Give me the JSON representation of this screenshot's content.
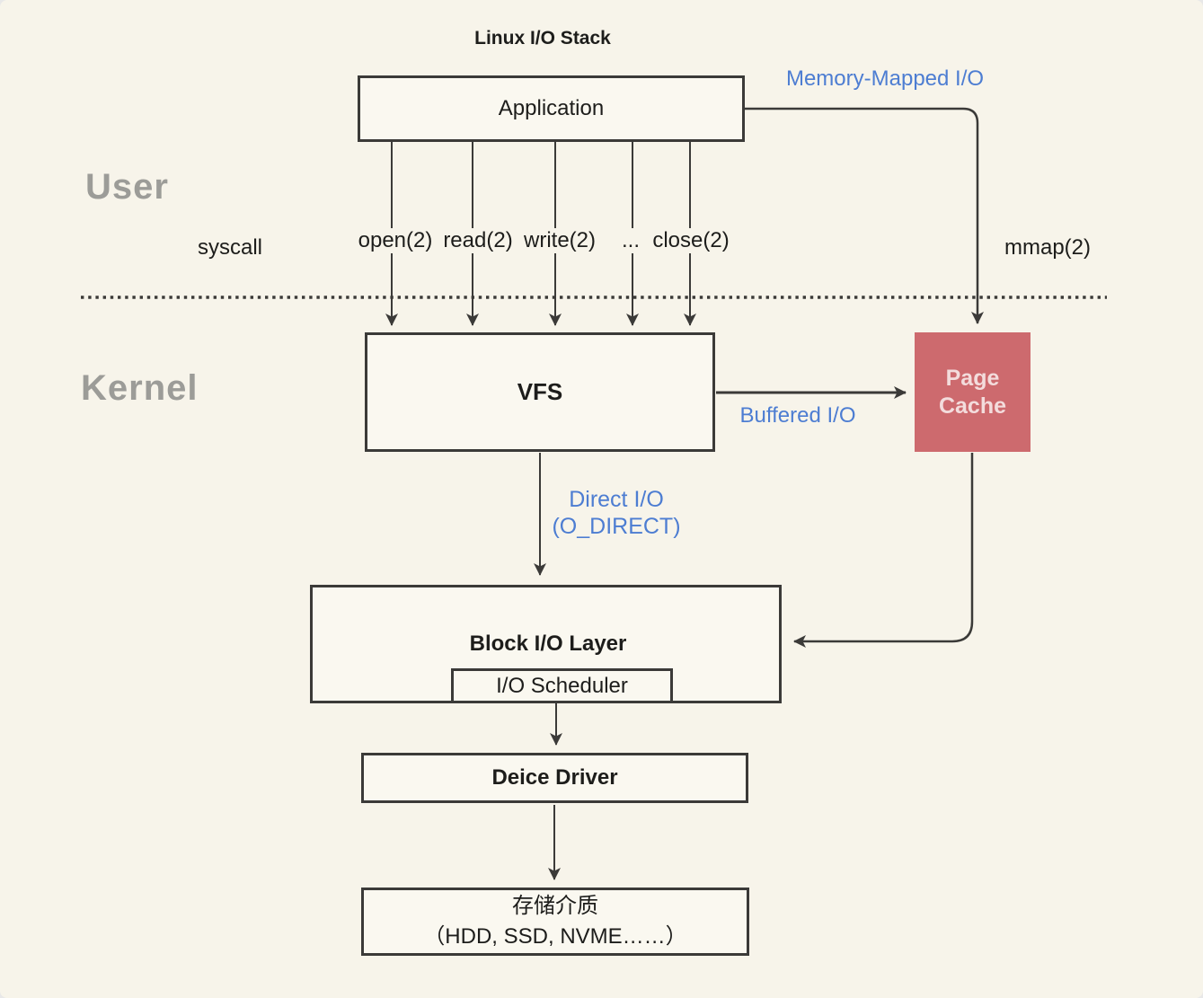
{
  "title": "Linux I/O Stack",
  "zones": {
    "user": "User",
    "kernel": "Kernel"
  },
  "boxes": {
    "application": "Application",
    "vfs": "VFS",
    "page_cache_line1": "Page",
    "page_cache_line2": "Cache",
    "block_io_layer": "Block I/O Layer",
    "io_scheduler": "I/O Scheduler",
    "device_driver": "Deice Driver",
    "storage_line1": "存储介质",
    "storage_line2": "（HDD, SSD, NVME……）"
  },
  "labels": {
    "memory_mapped_io": "Memory-Mapped I/O",
    "mmap": "mmap(2)",
    "syscall": "syscall",
    "syscalls": [
      "open(2)",
      "read(2)",
      "write(2)",
      "...",
      "close(2)"
    ],
    "buffered_io": "Buffered I/O",
    "direct_io_line1": "Direct I/O",
    "direct_io_line2": "(O_DIRECT)"
  },
  "colors": {
    "background": "#f7f4ea",
    "box_fill": "#faf8f0",
    "border": "#3b3a38",
    "accent_blue": "#4d7dd2",
    "page_cache_fill": "#cd6a6e",
    "page_cache_text": "#f3dcdc",
    "zone_label_gray": "#9c9c98"
  }
}
